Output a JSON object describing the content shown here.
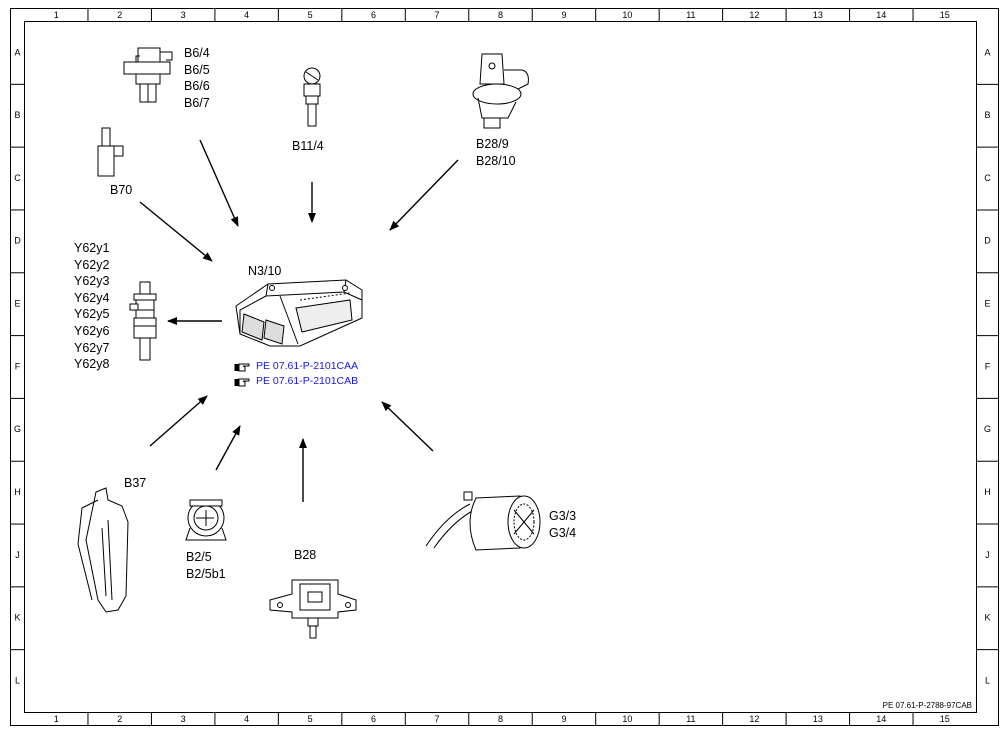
{
  "frame": {
    "column_numbers": [
      "1",
      "2",
      "3",
      "4",
      "5",
      "6",
      "7",
      "8",
      "9",
      "10",
      "11",
      "12",
      "13",
      "14",
      "15"
    ],
    "row_letters": [
      "A",
      "B",
      "C",
      "D",
      "E",
      "F",
      "G",
      "H",
      "J",
      "K",
      "L"
    ],
    "document_id": "PE 07.61-P-2788-97CAB"
  },
  "center": {
    "label": "N3/10",
    "links": [
      "PE 07.61-P-2101CAA",
      "PE 07.61-P-2101CAB"
    ]
  },
  "components": {
    "b6": [
      "B6/4",
      "B6/5",
      "B6/6",
      "B6/7"
    ],
    "b11": [
      "B11/4"
    ],
    "b28_9": [
      "B28/9",
      "B28/10"
    ],
    "b70": [
      "B70"
    ],
    "y62": [
      "Y62y1",
      "Y62y2",
      "Y62y3",
      "Y62y4",
      "Y62y5",
      "Y62y6",
      "Y62y7",
      "Y62y8"
    ],
    "b37": [
      "B37"
    ],
    "b2": [
      "B2/5",
      "B2/5b1"
    ],
    "b28": [
      "B28"
    ],
    "g3": [
      "G3/3",
      "G3/4"
    ]
  }
}
